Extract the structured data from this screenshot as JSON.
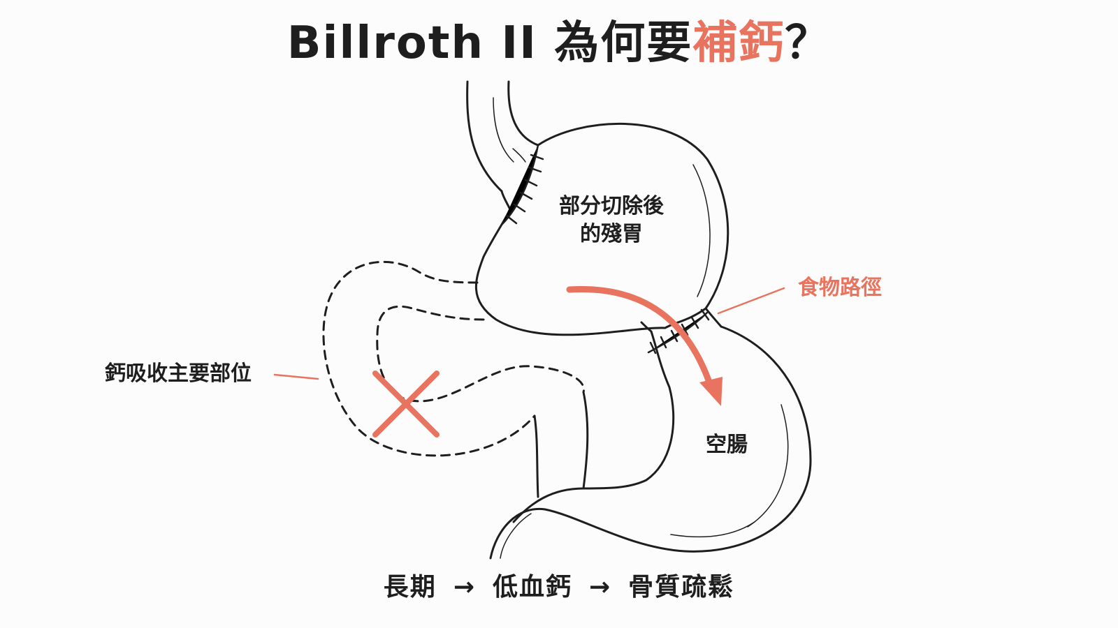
{
  "title": {
    "prefix": "Billroth II 為何要",
    "highlight": "補鈣",
    "suffix": "？"
  },
  "labels": {
    "remnant_stomach_line1": "部分切除後",
    "remnant_stomach_line2": "的殘胃",
    "food_path": "食物路徑",
    "calcium_absorption_site": "鈣吸收主要部位",
    "jejunum": "空腸"
  },
  "footer": {
    "step1": "長期",
    "step2": "低血鈣",
    "step3": "骨質疏鬆",
    "arrow": "→"
  },
  "colors": {
    "accent": "#e8735e",
    "ink": "#1e1e1e",
    "background": "#fcfcfc"
  },
  "icons": {
    "blocked_mark": "x-cross-icon",
    "food_arrow": "curved-arrow-icon"
  }
}
